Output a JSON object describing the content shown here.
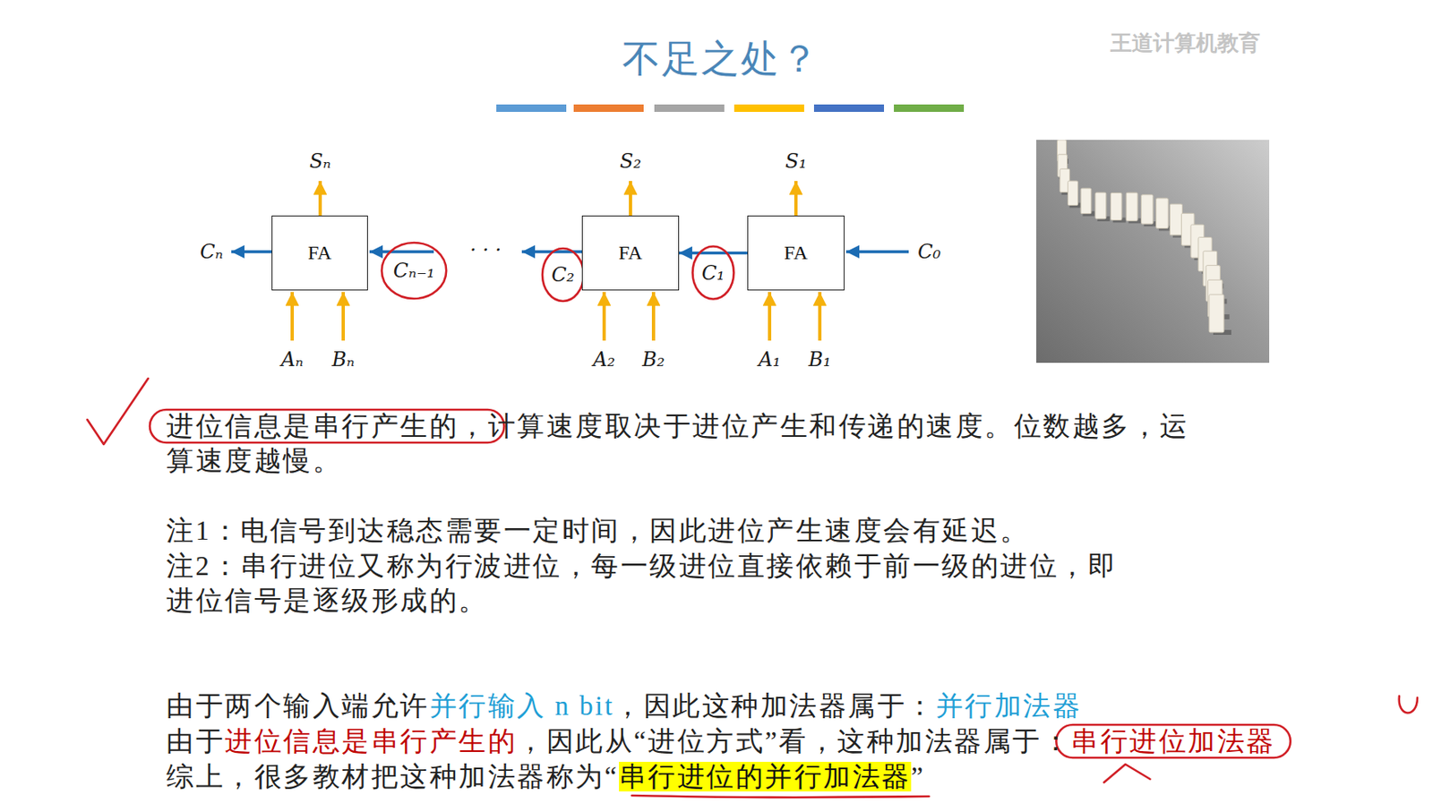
{
  "diagram": {
    "title": "不足之处？",
    "nodes": [
      {
        "text": [
          "FA"
        ]
      },
      {
        "text": [
          "FA"
        ]
      },
      {
        "text": [
          "FA"
        ]
      }
    ],
    "edges": [
      {
        "from": 2,
        "to": 1,
        "arrow": "to",
        "label": "C₁"
      }
    ],
    "labels": [
      "王道计算机教育",
      "Sₙ",
      "S₂",
      "S₁",
      "Cₙ",
      "Cₙ₋₁",
      "· · ·",
      "C₂",
      "C₀",
      "Aₙ",
      "Bₙ",
      "A₂",
      "B₂",
      "A₁",
      "B₁",
      "进位信息是串行产生的，计算速度取决于进位产生和传递的速度。位数越多，运算速度越慢。",
      "注1：电信号到达稳态需要一定时间，因此进位产生速度会有延迟。",
      "注2：串行进位又称为行波进位，每一级进位直接依赖于前一级的进位，即进位信号是逐级形成的。",
      "由于两个输入端允许",
      "并行输入 n bit",
      "，因此这种加法器属于：",
      "并行加法器",
      "由于",
      "进位信息是串行产生的",
      "，因此从“进位方式”看，这种加法器属于：",
      "串行进位加法器",
      "综上，很多教材把这种加法器称为“",
      "串行进位的并行加法器",
      "”"
    ]
  }
}
